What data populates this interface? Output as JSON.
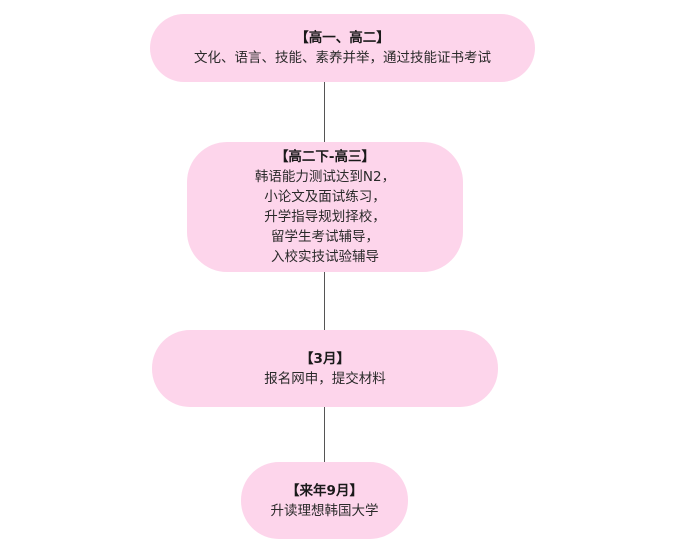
{
  "nodes": [
    {
      "title": "【高一、高二】",
      "body": "文化、语言、技能、素养并举，通过技能证书考试"
    },
    {
      "title": "【高二下-高三】",
      "body": "韩语能力测试达到N2，\n小论文及面试练习，\n升学指导规划择校，\n留学生考试辅导，\n入校实技试验辅导"
    },
    {
      "title": "【3月】",
      "body": "报名网申，提交材料"
    },
    {
      "title": "【来年9月】",
      "body": "升读理想韩国大学"
    }
  ]
}
